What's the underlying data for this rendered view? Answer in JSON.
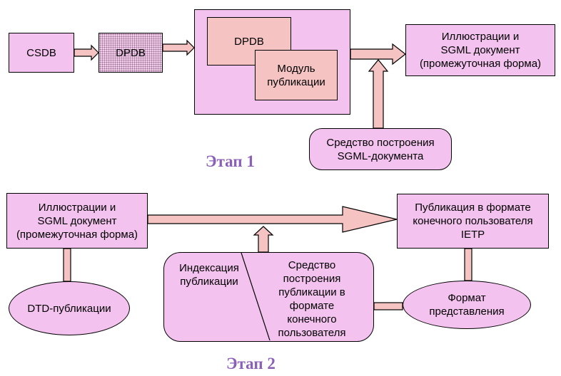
{
  "stage1": {
    "title": "Этап 1",
    "csdb": "CSDB",
    "dpdb_ext": "DPDB",
    "dpdb_int": "DPDB",
    "pub_module": "Модуль\nпубликации",
    "illustrations_sgml": "Иллюстрации и\nSGML документ\n(промежуточная форма)",
    "sgml_builder": "Средство построения\nSGML-документа"
  },
  "stage2": {
    "title": "Этап 2",
    "illustrations_sgml": "Иллюстрации и\nSGML документ\n(промежуточная форма)",
    "publication_ietp": "Публикация в формате\nконечного пользователя\nIETP",
    "dtd": "DTD-публикации",
    "indexing": "Индексация\nпубликации",
    "builder": "Средство\nпостроения\nпубликации в\nформате\nконечного\nпользователя",
    "format": "Формат\nпредставления"
  },
  "colors": {
    "box_fill": "#f4c2ef",
    "inner_fill": "#f6c3c3",
    "arrow_fill": "#f6c3c3",
    "stage_title": "#8b61b8"
  }
}
